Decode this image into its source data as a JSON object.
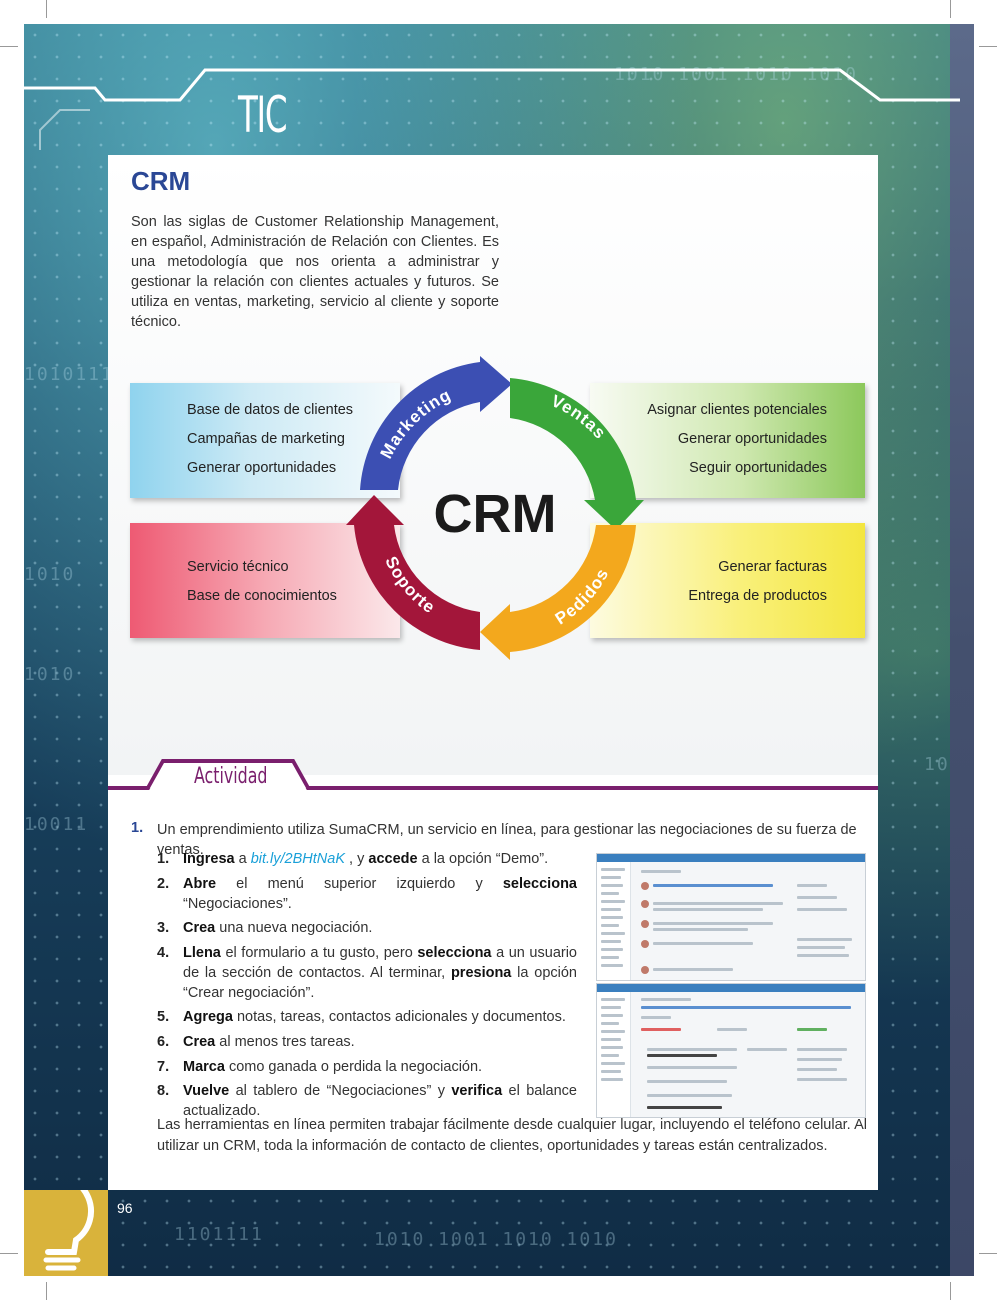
{
  "header": {
    "section": "TIC"
  },
  "intro": {
    "title": "CRM",
    "description": "Son las siglas de Customer Relationship Management, en español, Administración de Relación con Clientes. Es una metodología que nos orienta a administrar y gestionar la relación con clientes actuales y futuros. Se utiliza en ventas, marketing, servicio al cliente y soporte técnico."
  },
  "diagram": {
    "center": "CRM",
    "segments": {
      "marketing": {
        "label": "Marketing",
        "color": "#3a4fb0",
        "items": [
          "Base de datos de clientes",
          "Campañas de marketing",
          "Generar oportunidades"
        ]
      },
      "ventas": {
        "label": "Ventas",
        "color": "#3aa63a",
        "items": [
          "Asignar clientes potenciales",
          "Generar oportunidades",
          "Seguir oportunidades"
        ]
      },
      "pedidos": {
        "label": "Pedidos",
        "color": "#f2a51c",
        "items": [
          "Generar facturas",
          "Entrega de productos"
        ]
      },
      "soporte": {
        "label": "Soporte",
        "color": "#a3163a",
        "items": [
          "Servicio técnico",
          "Base de conocimientos"
        ]
      }
    }
  },
  "activity": {
    "label": "Actividad",
    "question_number": "1.",
    "question": "Un emprendimiento utiliza SumaCRM, un servicio en línea, para gestionar las negociaciones de su fuerza de ventas.",
    "steps": [
      {
        "n": "1.",
        "bold1": "Ingresa",
        "pre": " a ",
        "link": "bit.ly/2BHtNaK",
        "mid": " , y ",
        "bold2": "accede",
        "post": " a la opción “Demo”."
      },
      {
        "n": "2.",
        "bold1": "Abre",
        "pre": " el menú superior izquierdo y ",
        "bold2": "selecciona",
        "post": " “Negociaciones”."
      },
      {
        "n": "3.",
        "bold1": "Crea",
        "post": " una nueva negociación."
      },
      {
        "n": "4.",
        "bold1": "Llena",
        "pre": " el formulario a tu gusto, pero ",
        "bold2": "selecciona",
        "mid": " a un usuario de la sección de contactos. Al terminar, ",
        "bold3": "presiona",
        "post": " la opción “Crear negociación”."
      },
      {
        "n": "5.",
        "bold1": "Agrega",
        "post": " notas, tareas, contactos adicionales y documentos."
      },
      {
        "n": "6.",
        "bold1": "Crea",
        "post": " al menos tres tareas."
      },
      {
        "n": "7.",
        "bold1": "Marca",
        "post": " como ganada o perdida la negociación."
      },
      {
        "n": "8.",
        "bold1": "Vuelve",
        "pre": " al tablero de “Negociaciones” y ",
        "bold2": "verifica",
        "post": " el balance actualizado."
      }
    ],
    "closing": "Las herramientas en línea permiten trabajar fácilmente desde cualquier lugar, incluyendo el teléfono celular. Al utilizar un CRM, toda la información de contacto de clientes, oportunidades y tareas están centralizados."
  },
  "footer": {
    "page_number": "96"
  }
}
